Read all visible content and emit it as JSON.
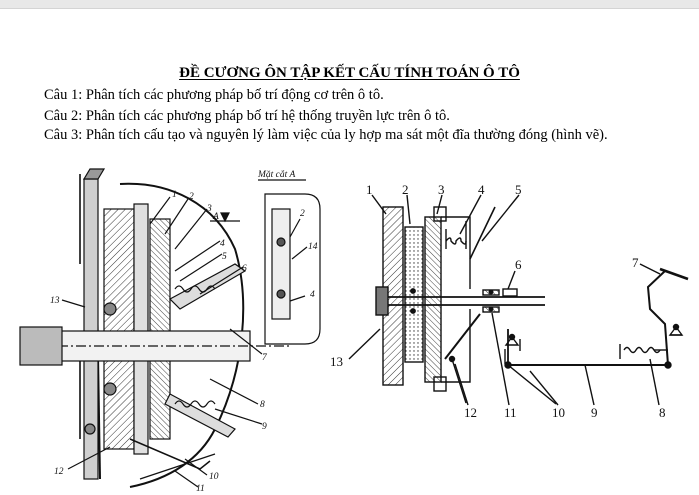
{
  "document": {
    "title": "ĐỀ CƯƠNG ÔN TẬP KẾT CẤU TÍNH TOÁN Ô TÔ",
    "questions": [
      "Câu 1: Phân tích các phương pháp bố trí động cơ trên ô tô.",
      "Câu 2: Phân tích các phương pháp bố trí hệ thống truyền lực trên ô tô.",
      "Câu 3: Phân tích cấu tạo và nguyên lý làm việc của ly hợp ma sát một đĩa thường đóng (hình vẽ)."
    ]
  },
  "figure_left": {
    "section_label": "Mặt cắt A",
    "section_mark": "A",
    "labels": [
      "1",
      "2",
      "3",
      "4",
      "5",
      "6",
      "7",
      "8",
      "9",
      "10",
      "11",
      "12",
      "13"
    ],
    "section_labels": [
      "2",
      "14",
      "4"
    ]
  },
  "figure_right": {
    "labels": [
      "1",
      "2",
      "3",
      "4",
      "5",
      "6",
      "7",
      "8",
      "9",
      "10",
      "11",
      "12",
      "13"
    ]
  }
}
